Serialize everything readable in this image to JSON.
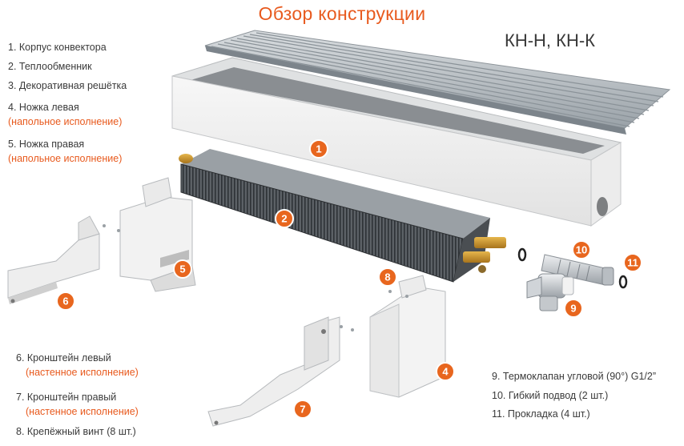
{
  "header": {
    "title": "Обзор конструкции",
    "model": "КН-Н, КН-К"
  },
  "legend": [
    {
      "num": "1",
      "text": "1. Корпус конвектора",
      "note": ""
    },
    {
      "num": "2",
      "text": "2. Теплообменник",
      "note": ""
    },
    {
      "num": "3",
      "text": "3. Декоративная решётка",
      "note": ""
    },
    {
      "num": "4",
      "text": "4. Ножка левая",
      "note": "(напольное исполнение)"
    },
    {
      "num": "5",
      "text": "5. Ножка правая",
      "note": "(напольное исполнение)"
    },
    {
      "num": "6",
      "text": "6. Кронштейн левый",
      "note": "(настенное исполнение)"
    },
    {
      "num": "7",
      "text": "7. Кронштейн правый",
      "note": "(настенное исполнение)"
    },
    {
      "num": "8",
      "text": "8. Крепёжный винт (8 шт.)",
      "note": ""
    },
    {
      "num": "9",
      "text": "9. Термоклапан угловой (90°) G1/2”",
      "note": ""
    },
    {
      "num": "10",
      "text": "10. Гибкий подвод (2 шт.)",
      "note": ""
    },
    {
      "num": "11",
      "text": "11. Прокладка (4 шт.)",
      "note": ""
    }
  ],
  "badges": [
    "1",
    "2",
    "4",
    "5",
    "6",
    "7",
    "8",
    "9",
    "10",
    "11"
  ],
  "colors": {
    "accent": "#e85a1e",
    "text": "#3a3a3a",
    "badge": "#e8661e"
  }
}
